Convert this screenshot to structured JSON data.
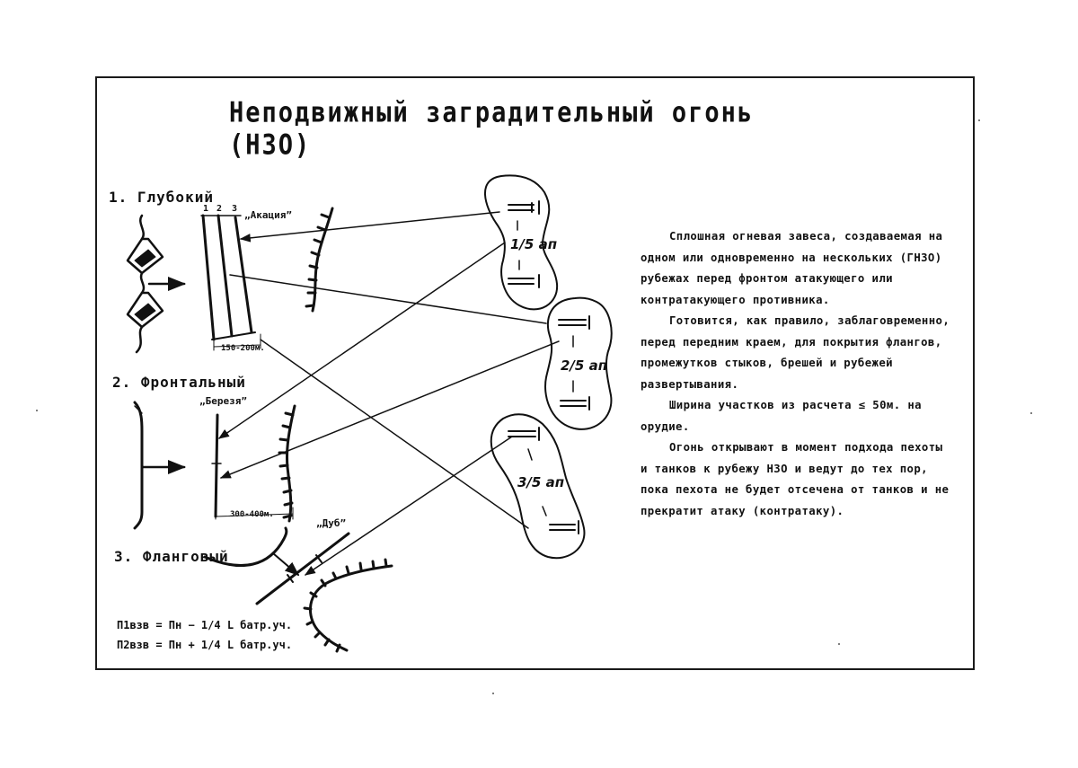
{
  "title": "Неподвижный заградительный огонь (НЗО)",
  "sections": {
    "deep": {
      "label": "1. Глубокий",
      "codename": "„Акация”",
      "line_numbers": [
        "1",
        "2",
        "3"
      ],
      "distance": "150-200м."
    },
    "frontal": {
      "label": "2. Фронтальный",
      "codename": "„Березя”",
      "distance": "300-400м."
    },
    "flank": {
      "label": "3. Фланговый",
      "codename": "„Дуб”"
    }
  },
  "units": [
    "1/5 ап",
    "2/5 ап",
    "3/5 ап"
  ],
  "description": [
    "Сплошная огневая завеса, создаваемая на одном или одновременно на нескольких (ГНЗО) рубежах перед фронтом атакующего или контратакующего противника.",
    "Готовится, как правило, заблаговременно, перед передним краем, для покрытия флангов, промежутков стыков, брешей и рубежей развертывания.",
    "Ширина участков из расчета ≤ 50м. на орудие.",
    "Огонь открывают в момент подхода пехоты и танков к рубежу НЗО и ведут до тех пор, пока пехота не будет отсечена от танков и не прекратит атаку (контратаку)."
  ],
  "formulas": [
    "П1взв = Пн − 1/4 L батр.уч.",
    "П2взв = Пн + 1/4 L батр.уч."
  ],
  "colors": {
    "ink": "#111111",
    "paper": "#ffffff"
  }
}
